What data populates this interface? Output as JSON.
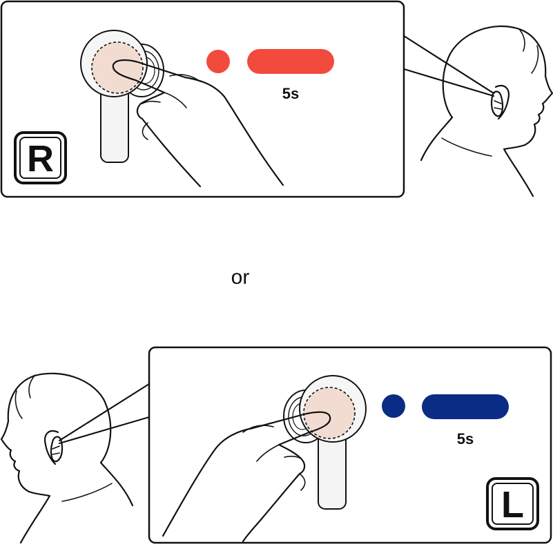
{
  "panels": [
    {
      "side_badge": "R",
      "duration": "5s",
      "dot_color": "#F24A3C",
      "bar_color": "#F24A3C",
      "pad_color": "#F2DCD1"
    },
    {
      "side_badge": "L",
      "duration": "5s",
      "dot_color": "#0A2C84",
      "bar_color": "#0A2C84",
      "pad_color": "#F2DCD1"
    }
  ],
  "separator": "or",
  "icons": [
    "earbud-icon",
    "finger-press-icon",
    "head-profile-icon"
  ]
}
